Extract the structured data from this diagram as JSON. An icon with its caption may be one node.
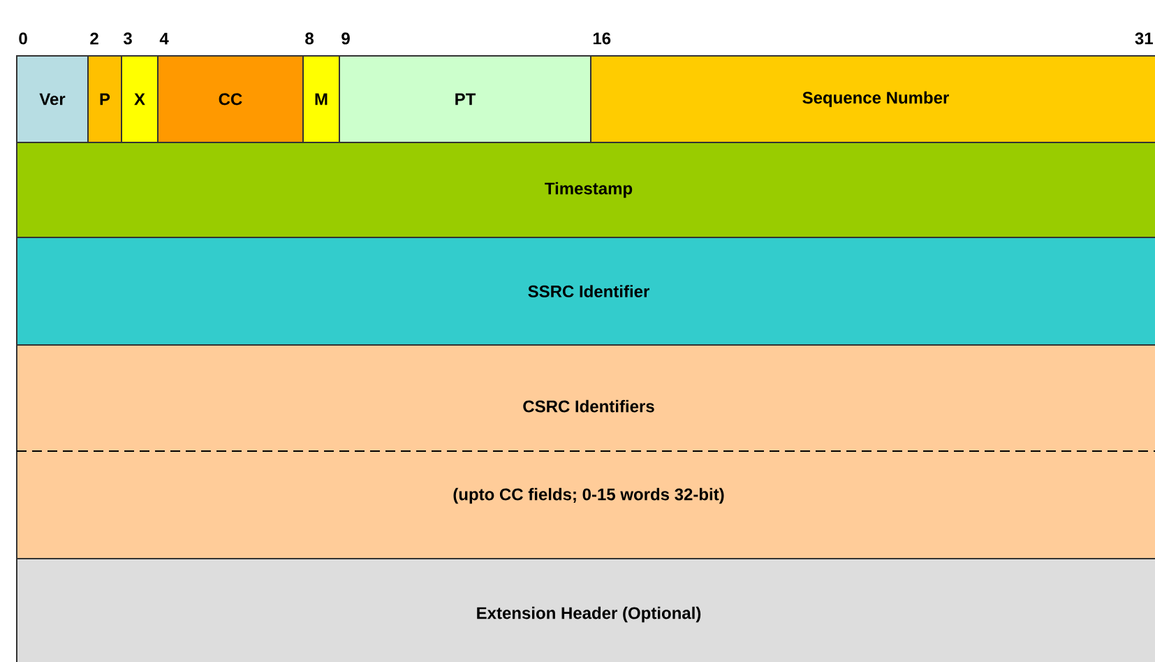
{
  "diagram": {
    "nodes": [
      {
        "text": [
          "Ver"
        ]
      },
      {
        "text": [
          "P"
        ]
      },
      {
        "text": [
          "X"
        ]
      },
      {
        "text": [
          "CC"
        ]
      },
      {
        "text": [
          "M"
        ]
      },
      {
        "text": [
          "PT"
        ]
      },
      {
        "text": [
          "Sequence Number"
        ]
      },
      {
        "text": [
          "Timestamp"
        ]
      },
      {
        "text": [
          "SSRC Identifier"
        ]
      },
      {
        "text": [
          "CSRC Identifiers",
          "(upto CC fields; 0-15 words 32-bit)"
        ]
      },
      {
        "text": [
          "Extension Header (Optional)"
        ]
      }
    ],
    "labels": [
      "0",
      "2",
      "3",
      "4",
      "8",
      "9",
      "16",
      "31"
    ]
  }
}
